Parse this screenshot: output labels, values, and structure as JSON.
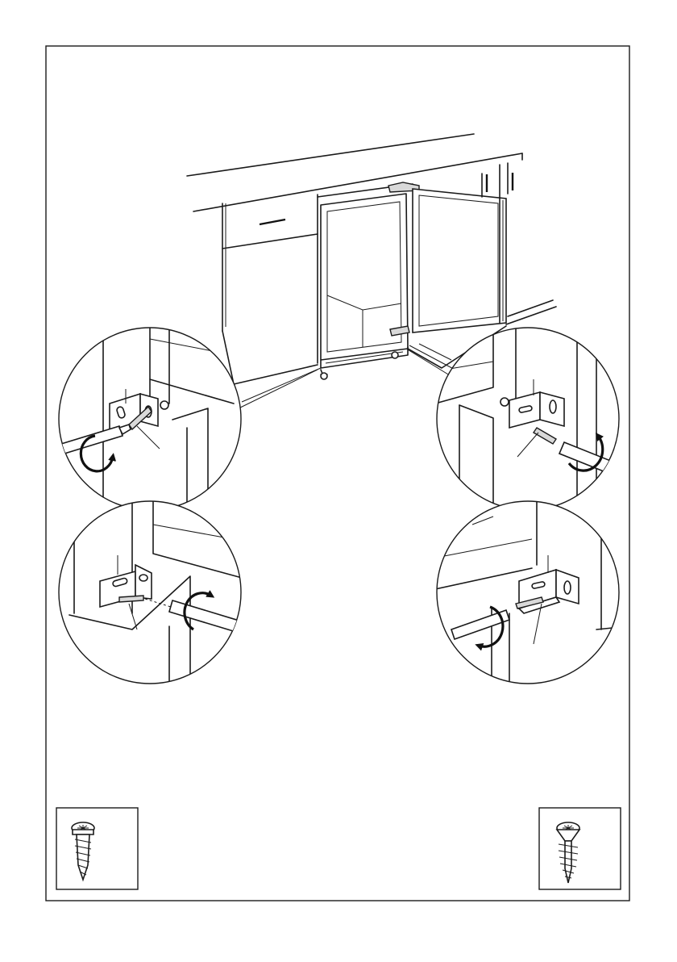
{
  "diagram": {
    "main_scene": {},
    "detail_circles": [
      {
        "position": "top-left",
        "rotation": "clockwise",
        "screw": "short"
      },
      {
        "position": "top-right",
        "rotation": "clockwise",
        "screw": "long"
      },
      {
        "position": "bottom-left",
        "rotation": "clockwise",
        "screw": "long"
      },
      {
        "position": "bottom-right",
        "rotation": "counter-clockwise",
        "screw": "long"
      }
    ],
    "legend": [
      {
        "position": "bottom-left",
        "icon": "short-torx-pan-head-screw-icon"
      },
      {
        "position": "bottom-right",
        "icon": "long-torx-countersunk-screw-icon"
      }
    ]
  }
}
